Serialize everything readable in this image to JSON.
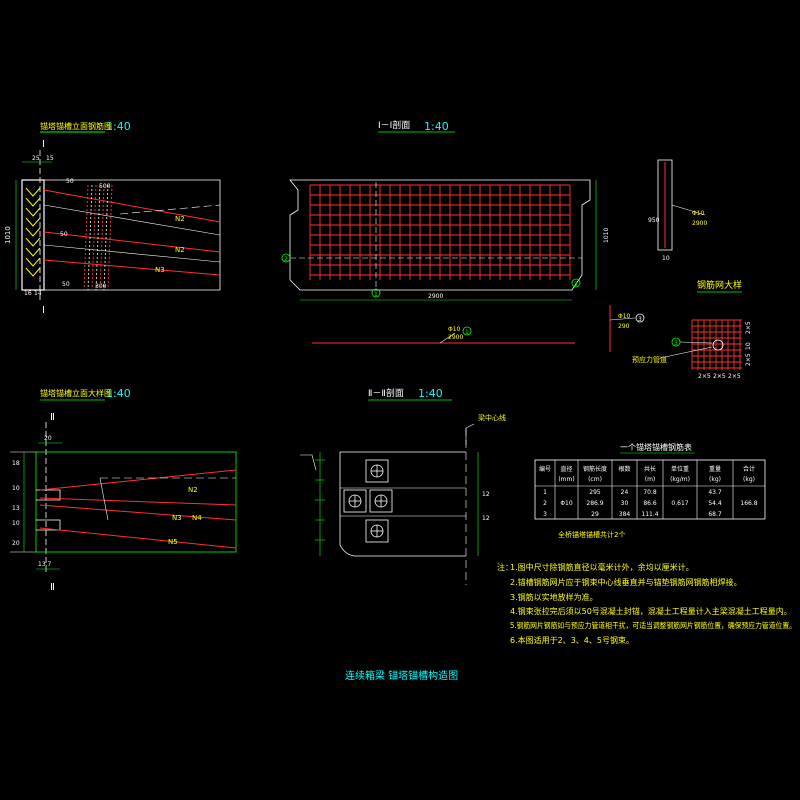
{
  "views": {
    "elev_top": {
      "title": "锚塔锚槽立面钢筋图",
      "scale": "1:40",
      "dims": {
        "top_a": "25",
        "top_b": "15",
        "side": "1010",
        "bot_a": "16",
        "bot_b": "14",
        "l_50a": "50",
        "l_50b": "50",
        "l_50c": "50",
        "l_500": "500",
        "l_300": "300"
      },
      "markers": [
        "Ⅰ",
        "Ⅰ"
      ],
      "bars": [
        "N2",
        "N2",
        "N3"
      ]
    },
    "sec1": {
      "title": "Ⅰ－Ⅰ剖面",
      "scale": "1:40",
      "width_dim": "2900",
      "height_dim": "1010",
      "circle_labels": [
        "2",
        "1",
        "3"
      ]
    },
    "detail_bar": {
      "height_dim": "950",
      "bar_note": "Φ10",
      "bar_len": "2900",
      "bottom_dim": "10"
    },
    "mesh_detail": {
      "title": "钢筋网大样",
      "label_pipe": "预应力管道",
      "circle": "3",
      "x_dims": [
        "2×5",
        "2×5",
        "2×5"
      ],
      "y_dims": [
        "2×5",
        "10",
        "2×5"
      ]
    },
    "bar_line": {
      "note": "Φ10",
      "len": "2900",
      "circle": "1"
    },
    "bar3": {
      "note": "Φ10",
      "len": "290",
      "circle": "3"
    },
    "elev_bottom": {
      "title": "锚塔锚槽立面大样图",
      "scale": "1:40",
      "markers": [
        "Ⅱ",
        "Ⅱ"
      ],
      "bars": [
        "N2",
        "N3",
        "N4",
        "N5"
      ],
      "dims": {
        "top": "20",
        "left": [
          "18",
          "10",
          "13",
          "10",
          "20"
        ],
        "bottom": "13.7"
      }
    },
    "sec2": {
      "title": "Ⅱ－Ⅱ剖面",
      "scale": "1:40",
      "label_center": "梁中心线",
      "right_dims": [
        "12",
        "12"
      ]
    },
    "table": {
      "title": "一个锚塔锚槽钢筋表",
      "headers": [
        "编号",
        "直径(mm)",
        "钢筋长度(cm)",
        "根数",
        "共长(m)",
        "单位重(kg/m)",
        "重量(kg)",
        "合计(kg)"
      ],
      "rows": [
        [
          "1",
          "",
          "295",
          "24",
          "70.8",
          "",
          "43.7",
          ""
        ],
        [
          "2",
          "Φ10",
          "286.9",
          "30",
          "86.6",
          "0.617",
          "54.4",
          "166.8"
        ],
        [
          "3",
          "",
          "29",
          "384",
          "111.4",
          "",
          "68.7",
          ""
        ]
      ],
      "footer": "全桥锚塔锚槽共计2个"
    },
    "notes": {
      "prefix": "注：",
      "items": [
        "1.图中尺寸除钢筋直径以毫米计外，余均以厘米计。",
        "2.锚槽钢筋网片应于钢束中心线垂直并与锚垫钢筋网钢筋相焊接。",
        "3.钢筋以实地放样为准。",
        "4.钢束张拉完后须以50号混凝土封锚，混凝土工程量计入主梁混凝土工程量内。",
        "5.钢筋网片钢筋如与预应力管道相干扰，可适当调整钢筋网片钢筋位置，确保预应力管道位置。",
        "6.本图适用于2、3、4、5号钢束。"
      ]
    },
    "drawing_title": "连续箱梁  锚塔锚槽构造图"
  },
  "colors": {
    "bg": "#000000",
    "line": "#ffffff",
    "dim": "#00ff00",
    "text": "#ffff00",
    "red": "#ff3030",
    "cyan": "#00ffff"
  }
}
